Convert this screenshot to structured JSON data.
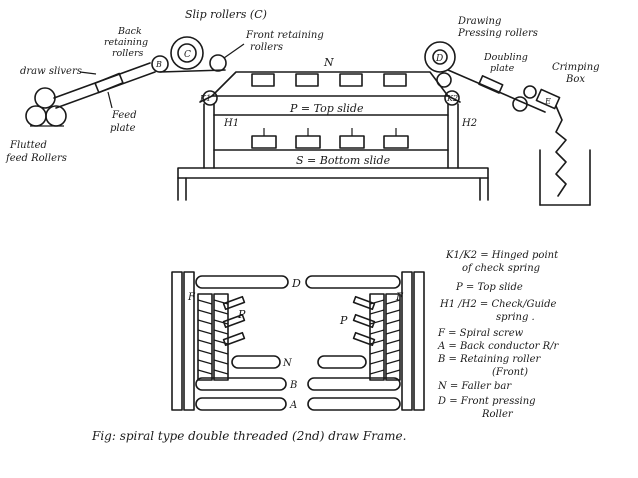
{
  "top_labels": {
    "slip_rollers": "Slip rollers (C)",
    "back_retaining_1": "Back",
    "back_retaining_2": "retaining",
    "back_retaining_3": "rollers",
    "front_retaining_1": "Front retaining",
    "front_retaining_2": "rollers",
    "draw_slivers": "draw slivers",
    "feed_plate_1": "Feed",
    "feed_plate_2": "plate",
    "fluted_1": "Flutted",
    "fluted_2": "feed Rollers",
    "drawing_1": "Drawing",
    "drawing_2": "Pressing rollers",
    "doubling_1": "Doubling",
    "doubling_2": "plate",
    "crimping_1": "Crimping",
    "crimping_2": "Box",
    "n_label": "N",
    "k1": "K1",
    "k2": "K2",
    "h1": "H1",
    "h2": "H2",
    "top_slide": "P = Top slide",
    "bottom_slide": "S = Bottom slide",
    "roller_b": "B",
    "roller_c": "C",
    "roller_d": "D",
    "roller_e": "E"
  },
  "plan_labels": {
    "f_left": "F",
    "f_right": "F",
    "p_left": "P",
    "p_right": "P",
    "d": "D",
    "n": "N",
    "b": "B",
    "a": "A"
  },
  "legend": [
    "K1/K2 = Hinged point",
    "of check spring",
    "P = Top slide",
    "H1 /H2 = Check/Guide",
    "spring .",
    "F = Spiral screw",
    "A = Back conductor R/r",
    "B = Retaining roller",
    "(Front)",
    "N = Faller bar",
    "D = Front pressing",
    "Roller"
  ],
  "caption": "Fig: spiral type double threaded (2nd) draw Frame."
}
